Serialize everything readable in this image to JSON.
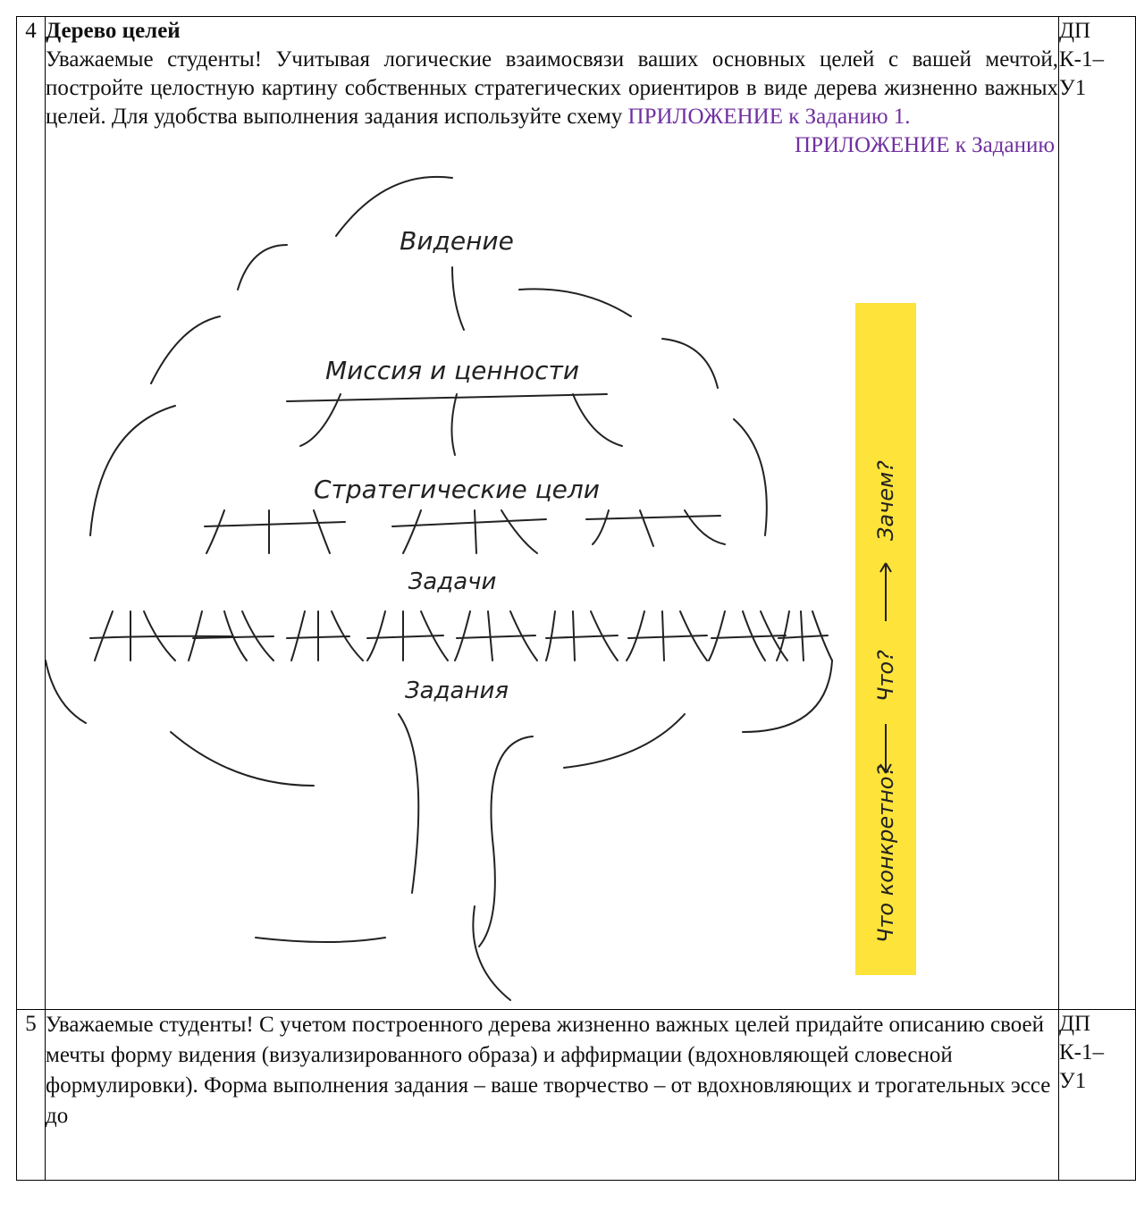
{
  "rows": [
    {
      "number": "4",
      "title": "Дерево целей",
      "text_before_link": "Уважаемые студенты! Учитывая логические взаимосвязи ваших основных целей с вашей мечтой, постройте целостную картину собственных стратегических ориентиров в виде дерева жизненно важных целей. Для удобства выполнения задания используйте схему ",
      "link_text": "ПРИЛОЖЕНИЕ к Заданию 1.",
      "appendix_caption": "ПРИЛОЖЕНИЕ к Заданию",
      "code_lines": [
        "ДП",
        "К-1–",
        "У1"
      ]
    },
    {
      "number": "5",
      "text": "Уважаемые студенты! С учетом построенного дерева жизненно важных целей придайте описанию своей мечты форму видения (визуализированного образа) и аффирмации (вдохновляющей словесной формулировки). Форма выполнения задания – ваше творчество – от вдохновляющих и трогательных эссе до",
      "code_lines": [
        "ДП",
        "К-1–",
        "У1"
      ]
    }
  ],
  "tree_diagram": {
    "levels": [
      "Видение",
      "Миссия и ценности",
      "Стратегические цели",
      "Задачи",
      "Задания"
    ],
    "side_bar": {
      "labels": [
        "Что конкретно?",
        "Что?",
        "Зачем?"
      ],
      "color": "#fde33a"
    }
  }
}
